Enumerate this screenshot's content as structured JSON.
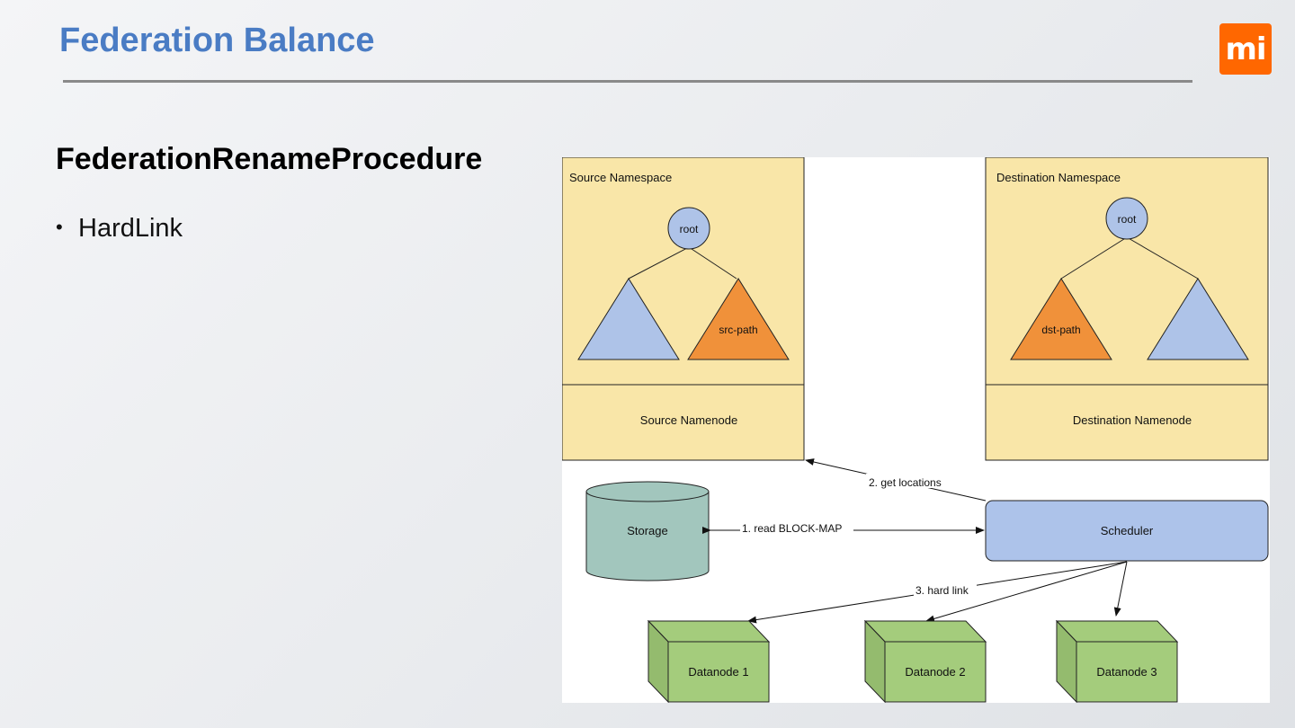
{
  "slide": {
    "title": "Federation Balance",
    "subtitle": "FederationRenameProcedure",
    "bullets": [
      "HardLink"
    ]
  },
  "logo": {
    "text": "mi",
    "color": "#ff6700"
  },
  "diagram": {
    "source_namespace": {
      "label": "Source Namespace",
      "root": "root",
      "src_path": "src-path",
      "namenode": "Source Namenode"
    },
    "destination_namespace": {
      "label": "Destination Namespace",
      "root": "root",
      "dst_path": "dst-path",
      "namenode": "Destination Namenode"
    },
    "storage": "Storage",
    "scheduler": "Scheduler",
    "datanodes": [
      "Datanode 1",
      "Datanode 2",
      "Datanode 3"
    ],
    "edges": {
      "read_block_map": "1. read BLOCK-MAP",
      "get_locations": "2. get locations",
      "hard_link": "3. hard link"
    },
    "colors": {
      "namespace_fill": "#f9e6a8",
      "tree_blue": "#aec3e8",
      "tree_orange": "#f0913a",
      "storage_fill": "#a2c6bd",
      "scheduler_fill": "#adc3ea",
      "datanode_fill": "#a4cc7c"
    }
  }
}
